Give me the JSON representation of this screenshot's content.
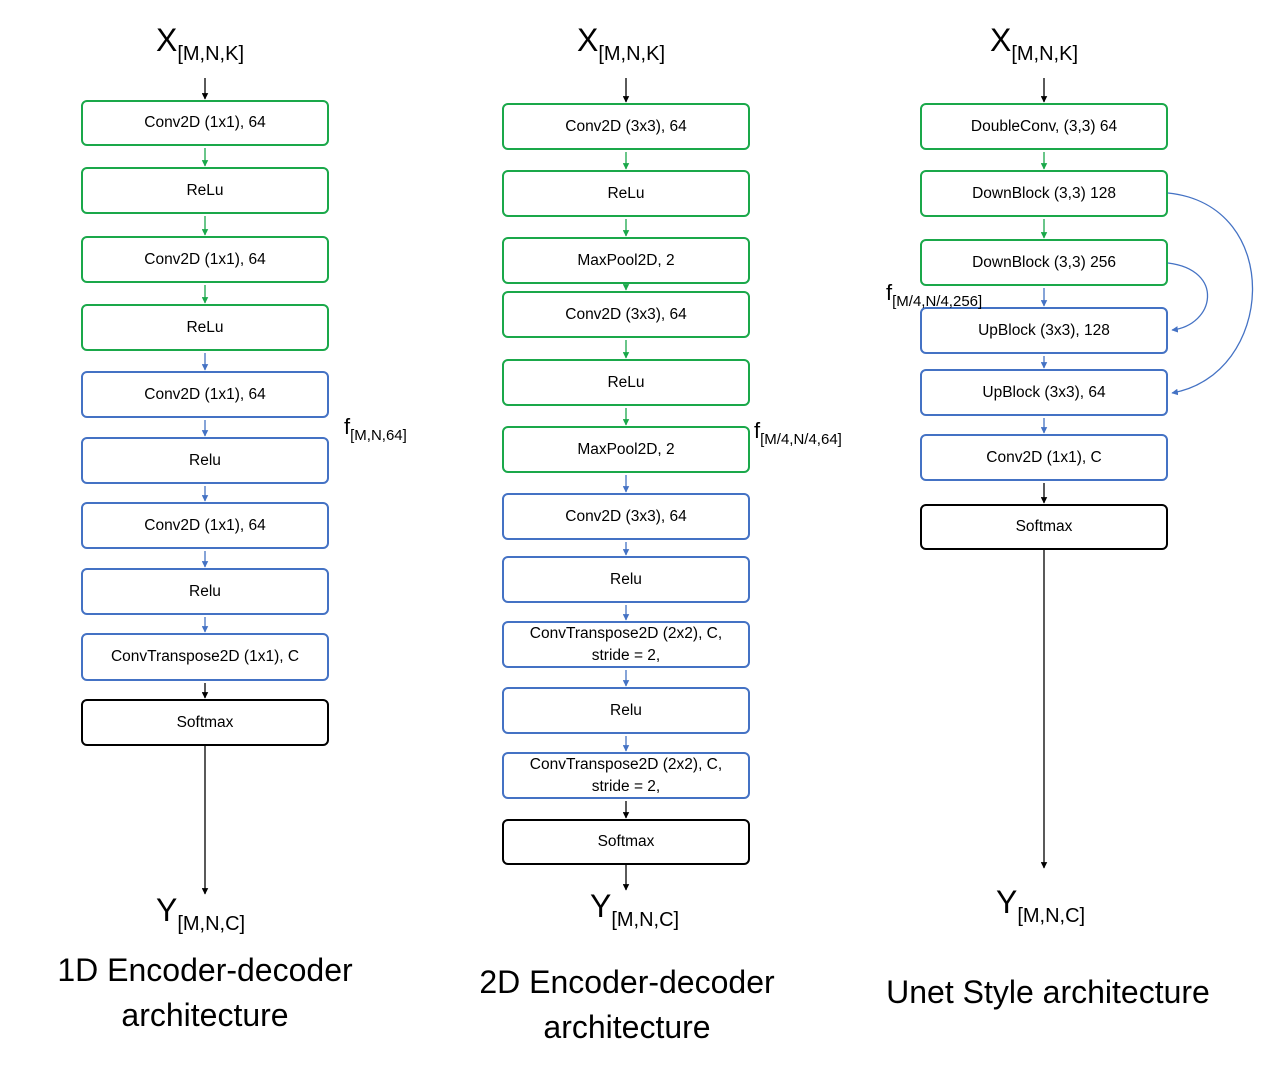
{
  "colors": {
    "green": "#1aa84a",
    "blue": "#4472c4",
    "black": "#000000"
  },
  "columns": [
    {
      "input": {
        "var": "X",
        "sub": "[M,N,K]"
      },
      "blocks": [
        {
          "label": "Conv2D (1x1), 64",
          "color": "green"
        },
        {
          "label": "ReLu",
          "color": "green"
        },
        {
          "label": "Conv2D (1x1), 64",
          "color": "green"
        },
        {
          "label": "ReLu",
          "color": "green"
        },
        {
          "label": "Conv2D (1x1), 64",
          "color": "blue"
        },
        {
          "label": "Relu",
          "color": "blue"
        },
        {
          "label": "Conv2D (1x1), 64",
          "color": "blue"
        },
        {
          "label": "Relu",
          "color": "blue"
        },
        {
          "label": "ConvTranspose2D (1x1), C",
          "color": "blue"
        },
        {
          "label": "Softmax",
          "color": "black"
        }
      ],
      "feature": {
        "var": "f",
        "sub": "[M,N,64]"
      },
      "output": {
        "var": "Y",
        "sub": "[M,N,C]"
      },
      "caption": "1D Encoder-decoder\narchitecture"
    },
    {
      "input": {
        "var": "X",
        "sub": "[M,N,K]"
      },
      "blocks": [
        {
          "label": "Conv2D (3x3), 64",
          "color": "green"
        },
        {
          "label": "ReLu",
          "color": "green"
        },
        {
          "label": "MaxPool2D, 2",
          "color": "green"
        },
        {
          "label": "Conv2D (3x3), 64",
          "color": "green"
        },
        {
          "label": "ReLu",
          "color": "green"
        },
        {
          "label": "MaxPool2D, 2",
          "color": "green"
        },
        {
          "label": "Conv2D (3x3), 64",
          "color": "blue"
        },
        {
          "label": "Relu",
          "color": "blue"
        },
        {
          "label": "ConvTranspose2D (2x2), C,\nstride = 2,",
          "color": "blue"
        },
        {
          "label": "Relu",
          "color": "blue"
        },
        {
          "label": "ConvTranspose2D (2x2), C,\nstride = 2,",
          "color": "blue"
        },
        {
          "label": "Softmax",
          "color": "black"
        }
      ],
      "feature": {
        "var": "f",
        "sub": "[M/4,N/4,64]"
      },
      "output": {
        "var": "Y",
        "sub": "[M,N,C]"
      },
      "caption": "2D Encoder-decoder\narchitecture"
    },
    {
      "input": {
        "var": "X",
        "sub": "[M,N,K]"
      },
      "blocks": [
        {
          "label": "DoubleConv, (3,3) 64",
          "color": "green"
        },
        {
          "label": "DownBlock (3,3) 128",
          "color": "green"
        },
        {
          "label": "DownBlock (3,3) 256",
          "color": "green"
        },
        {
          "label": "UpBlock (3x3), 128",
          "color": "blue"
        },
        {
          "label": "UpBlock (3x3), 64",
          "color": "blue"
        },
        {
          "label": "Conv2D (1x1), C",
          "color": "blue"
        },
        {
          "label": "Softmax",
          "color": "black"
        }
      ],
      "feature": {
        "var": "f",
        "sub": "[M/4,N/4,256]"
      },
      "output": {
        "var": "Y",
        "sub": "[M,N,C]"
      },
      "caption": "Unet Style architecture"
    }
  ]
}
